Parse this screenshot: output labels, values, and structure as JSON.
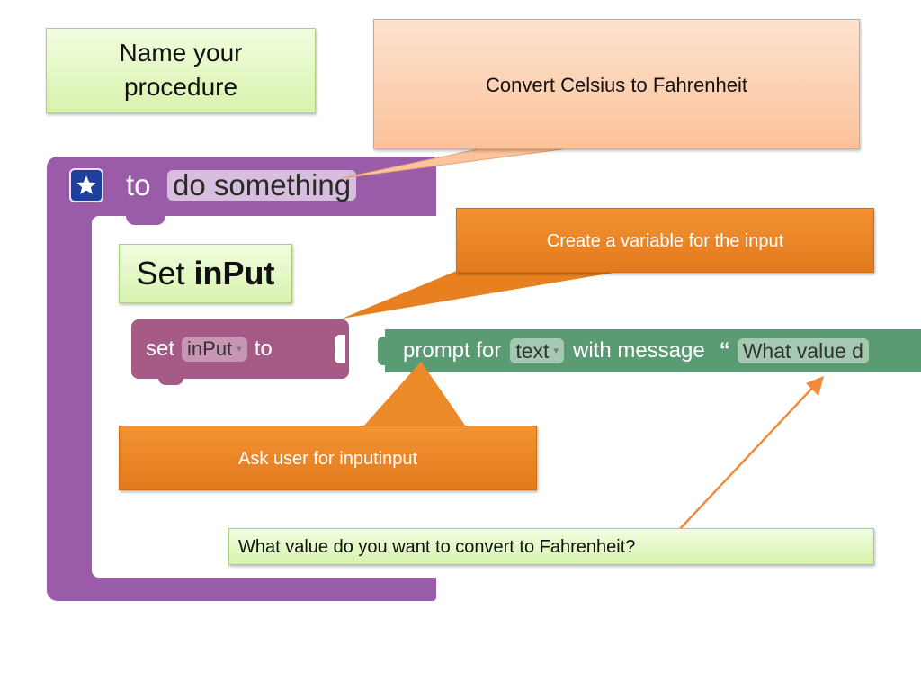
{
  "callouts": {
    "name_procedure": "Name your procedure",
    "convert_title": "Convert Celsius to Fahrenheit",
    "create_variable": "Create a variable for the input",
    "set_input_prefix": "Set",
    "set_input_bold": "inPut",
    "ask_user": "Ask user for inputinput",
    "message_text": "What value do you want to convert to Fahrenheit?"
  },
  "procedure_block": {
    "icon": "star-icon",
    "keyword": "to",
    "name": "do something",
    "color": "#9a5ca9"
  },
  "set_block": {
    "keyword_set": "set",
    "variable": "inPut",
    "keyword_to": "to",
    "color": "#a65a86"
  },
  "prompt_block": {
    "label_prompt": "prompt for",
    "type": "text",
    "label_with": "with message",
    "quote": "“",
    "message": "What value d",
    "color": "#5a9b74"
  }
}
